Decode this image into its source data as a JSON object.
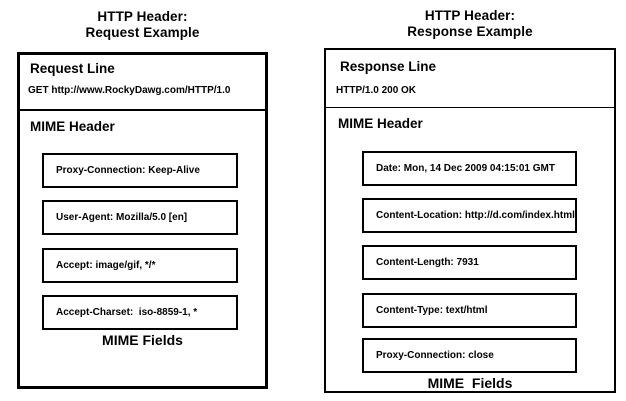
{
  "colors": {
    "ink": "#000000",
    "paper": "#ffffff"
  },
  "left": {
    "title_line1": "HTTP Header:",
    "title_line2": "Request Example",
    "section1_heading": "Request Line",
    "section1_value": "GET http://www.RockyDawg.com/HTTP/1.0",
    "section2_heading": "MIME Header",
    "fields": [
      "Proxy-Connection: Keep-Alive",
      "User-Agent: Mozilla/5.0 [en]",
      "Accept: image/gif, */*",
      "Accept-Charset:  iso-8859-1, *"
    ],
    "footer": "MIME Fields"
  },
  "right": {
    "title_line1": "HTTP Header:",
    "title_line2": "Response Example",
    "section1_heading": "Response Line",
    "section1_value": "HTTP/1.0 200 OK",
    "section2_heading": "MIME Header",
    "fields": [
      "Date: Mon, 14 Dec 2009 04:15:01 GMT",
      "Content-Location: http://d.com/index.html",
      "Content-Length: 7931",
      "Content-Type: text/html",
      "Proxy-Connection: close"
    ],
    "footer": "MIME  Fields"
  }
}
